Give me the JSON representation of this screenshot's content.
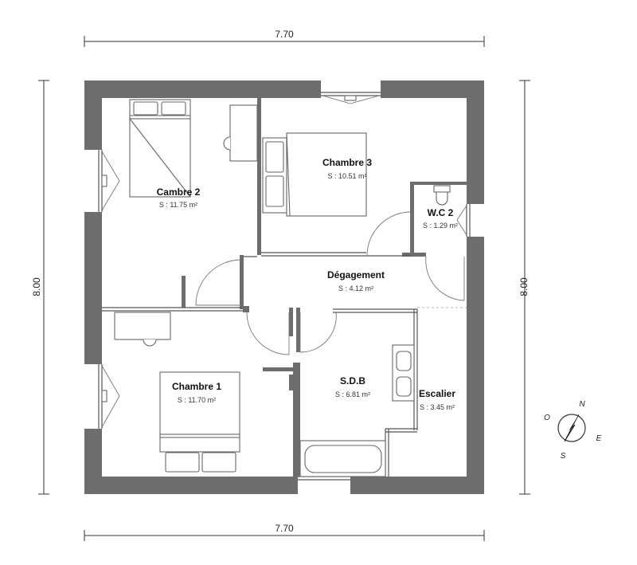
{
  "rooms": [
    {
      "id": "cambre-2",
      "name": "Cambre 2",
      "area": "S : 11.75 m²"
    },
    {
      "id": "chambre-3",
      "name": "Chambre 3",
      "area": "S : 10.51 m²"
    },
    {
      "id": "wc-2",
      "name": "W.C 2",
      "area": "S : 1.29 m²"
    },
    {
      "id": "degagement",
      "name": "Dégagement",
      "area": "S : 4.12 m²"
    },
    {
      "id": "chambre-1",
      "name": "Chambre 1",
      "area": "S : 11.70 m²"
    },
    {
      "id": "sdb",
      "name": "S.D.B",
      "area": "S : 6.81 m²"
    },
    {
      "id": "escalier",
      "name": "Escalier",
      "area": "S : 3.45 m²"
    }
  ],
  "dimensions": {
    "top": "7.70",
    "bottom": "7.70",
    "left": "8.00",
    "right": "8.00"
  },
  "compass": {
    "north": "N",
    "east": "E",
    "south": "S",
    "west": "O"
  },
  "colors": {
    "wall": "#6d6d6d",
    "line": "#555555"
  }
}
